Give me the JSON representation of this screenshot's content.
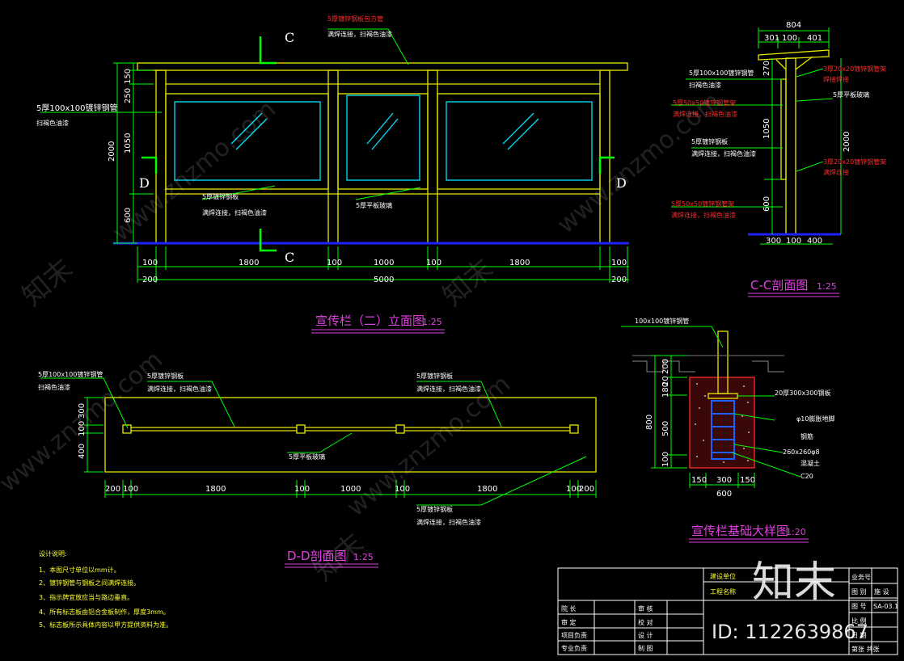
{
  "colors": {
    "background": "#000000",
    "frame": "#e6e600",
    "glass": "#00e5ff",
    "dim": "#00ff00",
    "ground": "#2020ff",
    "red_note": "#ff2a2a",
    "title": "#e040e0"
  },
  "elevation": {
    "title": "宣传栏（二）立面图",
    "scale": "1:25",
    "label_top": "5厚镀锌钢板包方管",
    "label_post": "5厚100x100镀锌钢管",
    "label_post_note": "扫褐色油漆",
    "label_plate": "5厚镀锌钢板",
    "label_plate_note": "满焊连接，扫褐色油漆",
    "label_glass": "5厚平板玻璃",
    "cut_c": "C",
    "cut_d": "D",
    "dims_left": [
      "150",
      "250",
      "1050",
      "2000",
      "600"
    ],
    "dims_bottom_1": [
      "100",
      "1800",
      "100",
      "1000",
      "100",
      "1800",
      "100"
    ],
    "dims_bottom_2": [
      "200",
      "5000",
      "200"
    ]
  },
  "section_cc": {
    "title": "C-C剖面图",
    "scale": "1:25",
    "dims_top": [
      "804",
      "301",
      "100",
      "401"
    ],
    "dims_left": [
      "270",
      "1050",
      "600"
    ],
    "dim_right": "2000",
    "dims_bottom": [
      "300",
      "100",
      "400"
    ],
    "label_post": "5厚100x100镀锌钢管",
    "label_post_note": "扫褐色油漆",
    "label_plate": "5厚镀锌钢板",
    "label_plate_note": "满焊连接，扫褐色油漆",
    "label_glass": "5厚平板玻璃",
    "red_1": "3厚20x20镀锌钢管架",
    "red_1_note": "焊接焊接",
    "red_2": "5厚50x50镀锌钢管架",
    "red_2_note": "满焊连接，扫褐色油漆",
    "red_3": "3厚20x20镀锌钢管架",
    "red_3_note": "满焊连接",
    "red_4": "5厚50x50镀锌钢管架",
    "red_4_note": "满焊连接，扫褐色油漆"
  },
  "section_dd": {
    "title": "D-D剖面图",
    "scale": "1:25",
    "label_post": "5厚100x100镀锌钢管",
    "label_post_note": "扫褐色油漆",
    "label_plate_a": "5厚镀锌钢板",
    "label_plate_a_note": "满焊连接，扫褐色油漆",
    "label_plate_b": "5厚镀锌钢板",
    "label_plate_b_note": "满焊连接，扫褐色油漆",
    "label_plate_c": "5厚镀锌钢板",
    "label_plate_c_note": "满焊连接，扫褐色油漆",
    "label_glass": "5厚平板玻璃",
    "dims_left": [
      "300",
      "100",
      "400"
    ],
    "dims_bottom": [
      "200",
      "100",
      "1800",
      "100",
      "1000",
      "100",
      "1800",
      "100",
      "200"
    ]
  },
  "foundation": {
    "title": "宣传栏基础大样图",
    "scale": "1:20",
    "label_post": "100x100镀锌钢管",
    "label_plate": "20厚300x300钢板",
    "label_bolt": "φ10膨胀地脚",
    "label_bolt_note": "钢筋",
    "label_rebar": "260x260φ8",
    "label_rebar_note": "混凝土",
    "label_concrete": "C20",
    "dims_left": [
      "200",
      "20",
      "180",
      "500",
      "100",
      "800"
    ],
    "dims_bottom": [
      "150",
      "300",
      "150",
      "600"
    ]
  },
  "notes": {
    "heading": "设计说明:",
    "items": [
      "1、本图尺寸单位以mm计。",
      "2、镀锌钢管与钢板之间满焊连接。",
      "3、指示牌宜放应当与路边垂直。",
      "4、所有标志板由铝合金板制作，厚度3mm。",
      "5、标志板所示具体内容以甲方提供资料为准。"
    ]
  },
  "title_block": {
    "build_unit": "建设单位",
    "project_name": "工程名称",
    "business_no": "业务号",
    "drawing_sheet": "图 别",
    "drawing_sheet_value": "施 设",
    "drawing_no": "图 号",
    "drawing_no_value": "SA-03.1",
    "ratio": "比 例",
    "date": "日 期",
    "sheets": "第张 共张",
    "rows_left": [
      "院 长",
      "审 定",
      "项目负责",
      "专业负责"
    ],
    "rows_mid": [
      "审 核",
      "校 对",
      "设 计",
      "制 图"
    ]
  },
  "watermark": {
    "brand": "知末",
    "brand_big": "知末",
    "url": "www.znzmo.com",
    "id": "ID: 1122639867"
  }
}
